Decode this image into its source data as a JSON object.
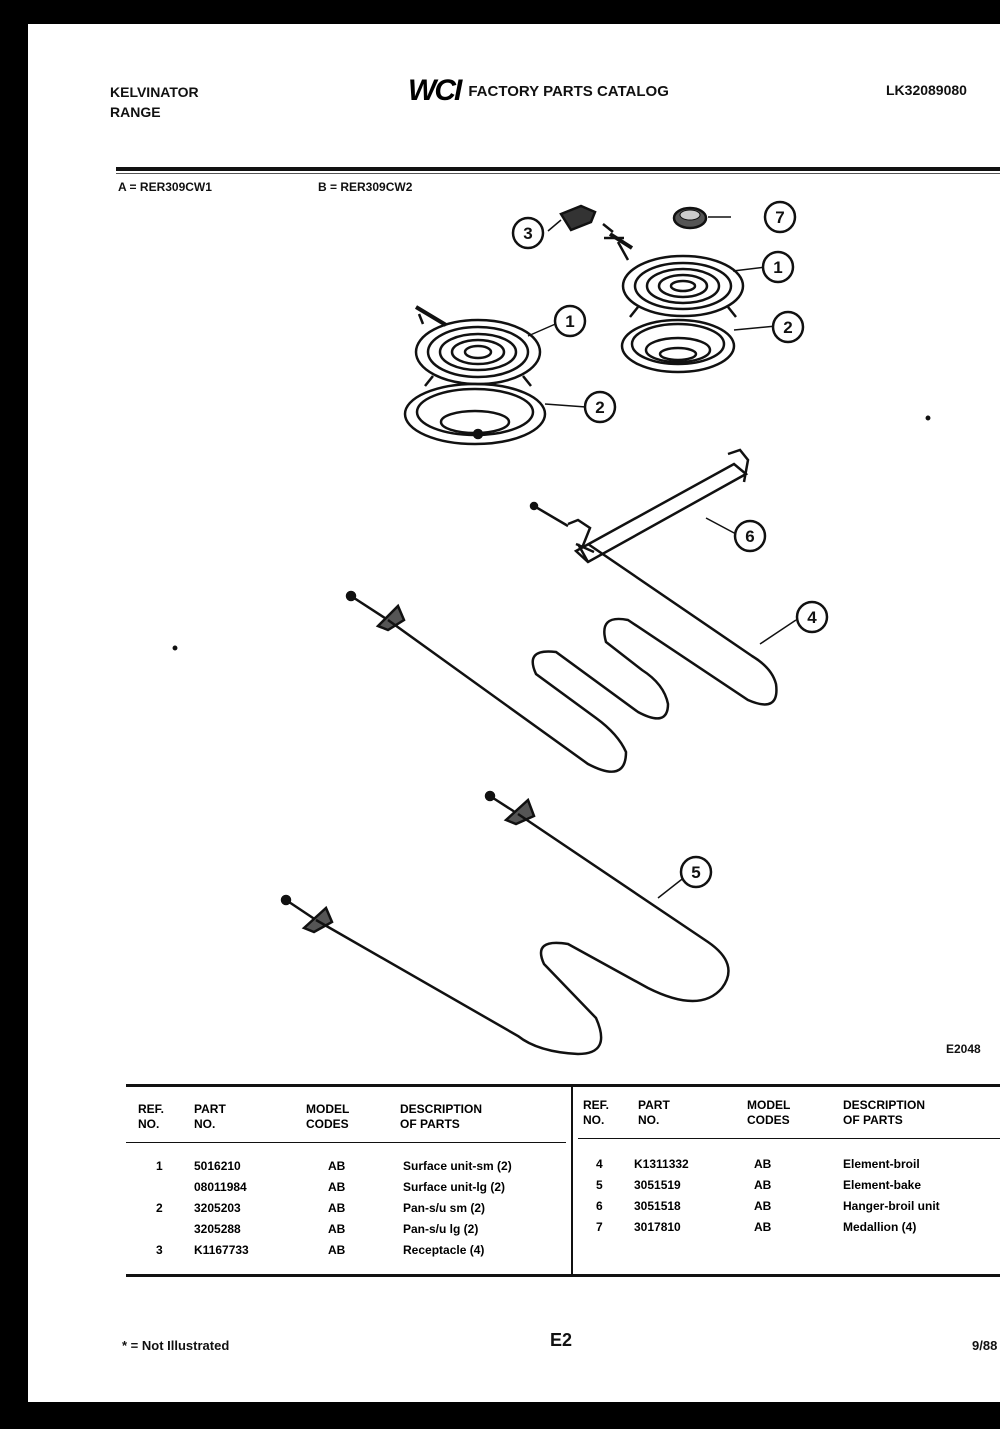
{
  "header": {
    "brand": "KELVINATOR",
    "product": "RANGE",
    "logo": "WCI",
    "catalog_title": "FACTORY PARTS CATALOG",
    "model_code": "LK32089080"
  },
  "models": [
    {
      "code": "A",
      "text": "A = RER309CW1"
    },
    {
      "code": "B",
      "text": "B = RER309CW2"
    }
  ],
  "diagram": {
    "callouts": [
      "3",
      "7",
      "1",
      "1",
      "2",
      "2",
      "6",
      "4",
      "5"
    ],
    "code": "E2048"
  },
  "table": {
    "headers": {
      "ref": "REF.\nNO.",
      "part": "PART\nNO.",
      "model": "MODEL\nCODES",
      "desc": "DESCRIPTION\nOF PARTS"
    },
    "left_rows": [
      {
        "ref": "1",
        "part": "5016210",
        "model": "AB",
        "desc": "Surface unit-sm (2)"
      },
      {
        "ref": "",
        "part": "08011984",
        "model": "AB",
        "desc": "Surface unit-lg (2)"
      },
      {
        "ref": "2",
        "part": "3205203",
        "model": "AB",
        "desc": "Pan-s/u sm (2)"
      },
      {
        "ref": "",
        "part": "3205288",
        "model": "AB",
        "desc": "Pan-s/u lg (2)"
      },
      {
        "ref": "3",
        "part": "K1167733",
        "model": "AB",
        "desc": "Receptacle (4)"
      }
    ],
    "right_rows": [
      {
        "ref": "4",
        "part": "K1311332",
        "model": "AB",
        "desc": "Element-broil"
      },
      {
        "ref": "5",
        "part": "3051519",
        "model": "AB",
        "desc": "Element-bake"
      },
      {
        "ref": "6",
        "part": "3051518",
        "model": "AB",
        "desc": "Hanger-broil unit"
      },
      {
        "ref": "7",
        "part": "3017810",
        "model": "AB",
        "desc": "Medallion (4)"
      }
    ]
  },
  "footer": {
    "note": "* = Not Illustrated",
    "page": "E2",
    "date": "9/88"
  }
}
